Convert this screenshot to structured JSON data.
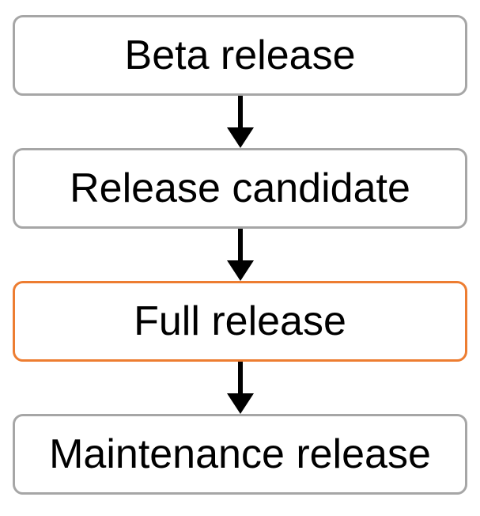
{
  "diagram": {
    "type": "flowchart",
    "direction": "top-to-bottom",
    "background_color": "#FFFFFF",
    "text_color": "#000000",
    "connector_color": "#000000",
    "default_border_color": "#A6A6A6",
    "highlight_border_color": "#ED7D31",
    "nodes": [
      {
        "label": "Beta release",
        "border_color": "#A6A6A6",
        "highlighted": false
      },
      {
        "label": "Release candidate",
        "border_color": "#A6A6A6",
        "highlighted": false
      },
      {
        "label": "Full release",
        "border_color": "#ED7D31",
        "highlighted": true
      },
      {
        "label": "Maintenance release",
        "border_color": "#A6A6A6",
        "highlighted": false
      }
    ],
    "edges": [
      {
        "from": "Beta release",
        "to": "Release candidate",
        "style": "arrow-down"
      },
      {
        "from": "Release candidate",
        "to": "Full release",
        "style": "arrow-down"
      },
      {
        "from": "Full release",
        "to": "Maintenance release",
        "style": "arrow-down"
      }
    ]
  }
}
